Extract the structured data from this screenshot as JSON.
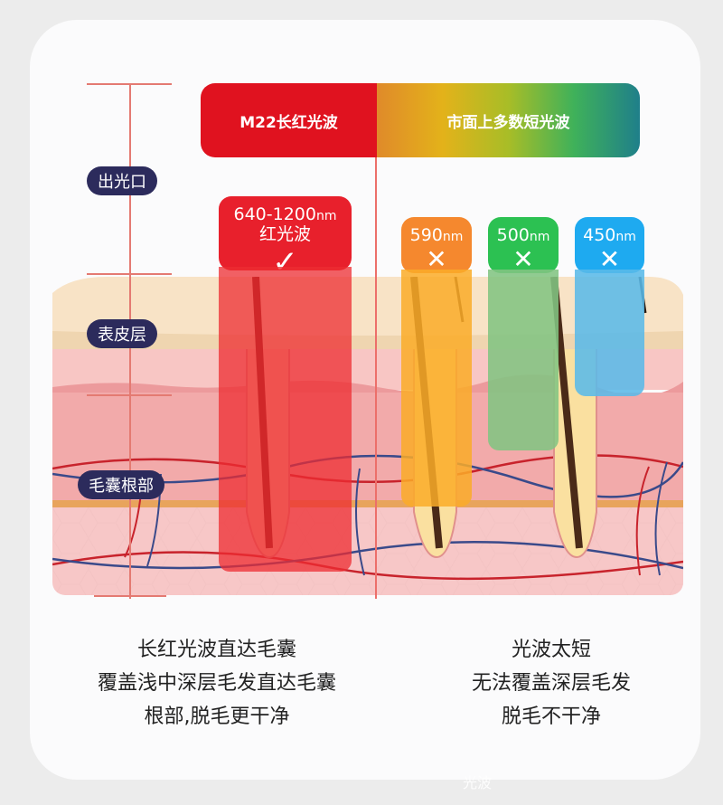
{
  "header": {
    "left_label": "M22长红光波",
    "right_label": "市面上多数短光波",
    "left_color": "#e0121f",
    "right_gradient": [
      "#e08a2a",
      "#e3b21a",
      "#a8bd27",
      "#3fb15a",
      "#1f7f8a"
    ]
  },
  "ruler_labels": {
    "light_outlet": "出光口",
    "epidermis": "表皮层",
    "follicle_root": "毛囊根部"
  },
  "filters": [
    {
      "wavelength": "640-1200",
      "unit": "nm",
      "name": "红光波",
      "mark": "✓",
      "result": "pass",
      "color": "#e8202c"
    },
    {
      "wavelength": "590",
      "unit": "nm",
      "name": "",
      "mark": "✕",
      "result": "fail",
      "color": "#f5882e"
    },
    {
      "wavelength": "500",
      "unit": "nm",
      "name": "",
      "mark": "✕",
      "result": "fail",
      "color": "#2cc152"
    },
    {
      "wavelength": "450",
      "unit": "nm",
      "name": "",
      "mark": "✕",
      "result": "fail",
      "color": "#1eaaf0"
    }
  ],
  "captions": {
    "left": [
      "长红光波直达毛囊",
      "覆盖浅中深层毛发直达毛囊",
      "根部,脱毛更干净"
    ],
    "right": [
      "光波太短",
      "无法覆盖深层毛发",
      "脱毛不干净"
    ]
  },
  "footer_faint_text": "光波"
}
